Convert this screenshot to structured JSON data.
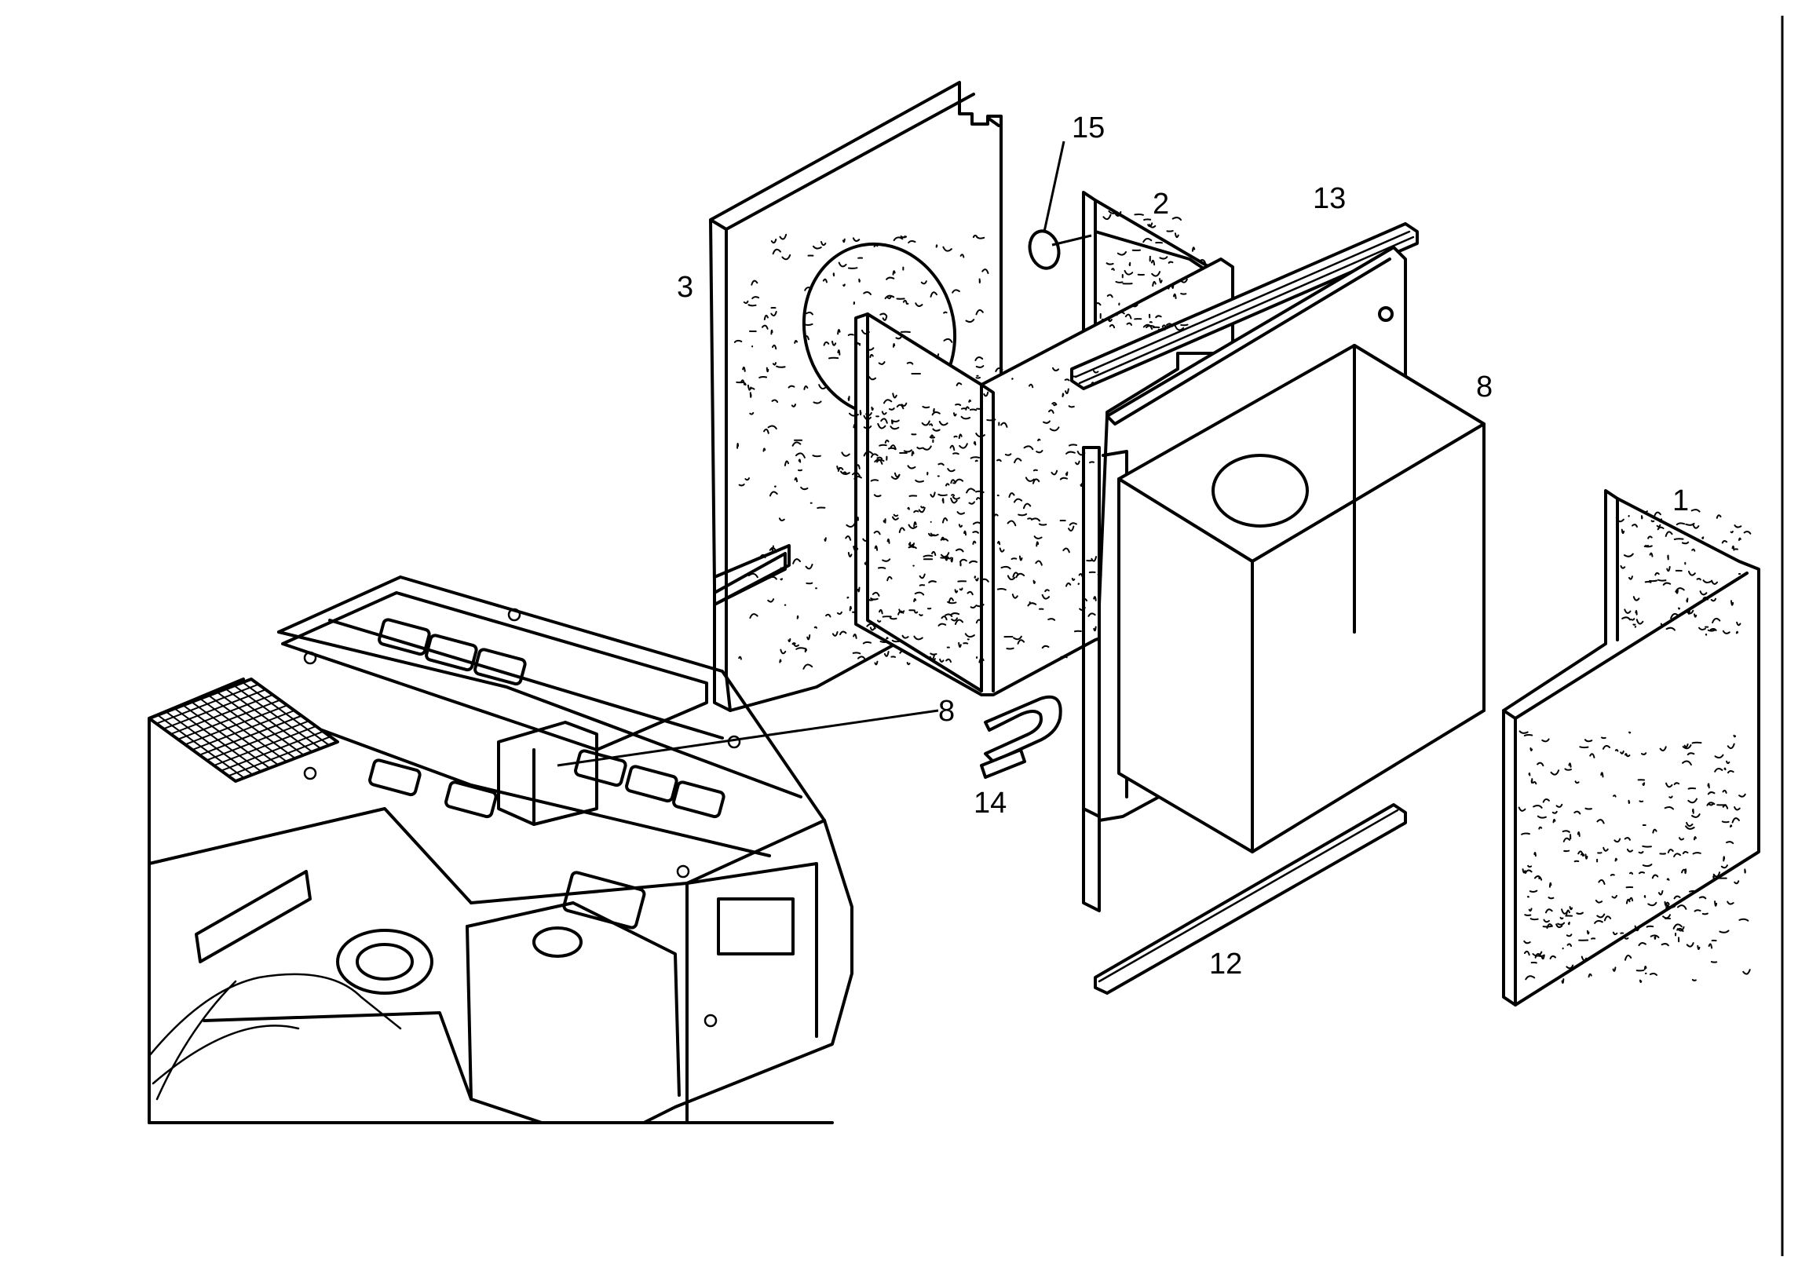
{
  "callouts": [
    {
      "id": "1",
      "text": "1"
    },
    {
      "id": "2",
      "text": "2"
    },
    {
      "id": "3",
      "text": "3"
    },
    {
      "id": "8a",
      "text": "8"
    },
    {
      "id": "8b",
      "text": "8"
    },
    {
      "id": "12",
      "text": "12"
    },
    {
      "id": "13",
      "text": "13"
    },
    {
      "id": "14",
      "text": "14"
    },
    {
      "id": "15",
      "text": "15"
    }
  ]
}
